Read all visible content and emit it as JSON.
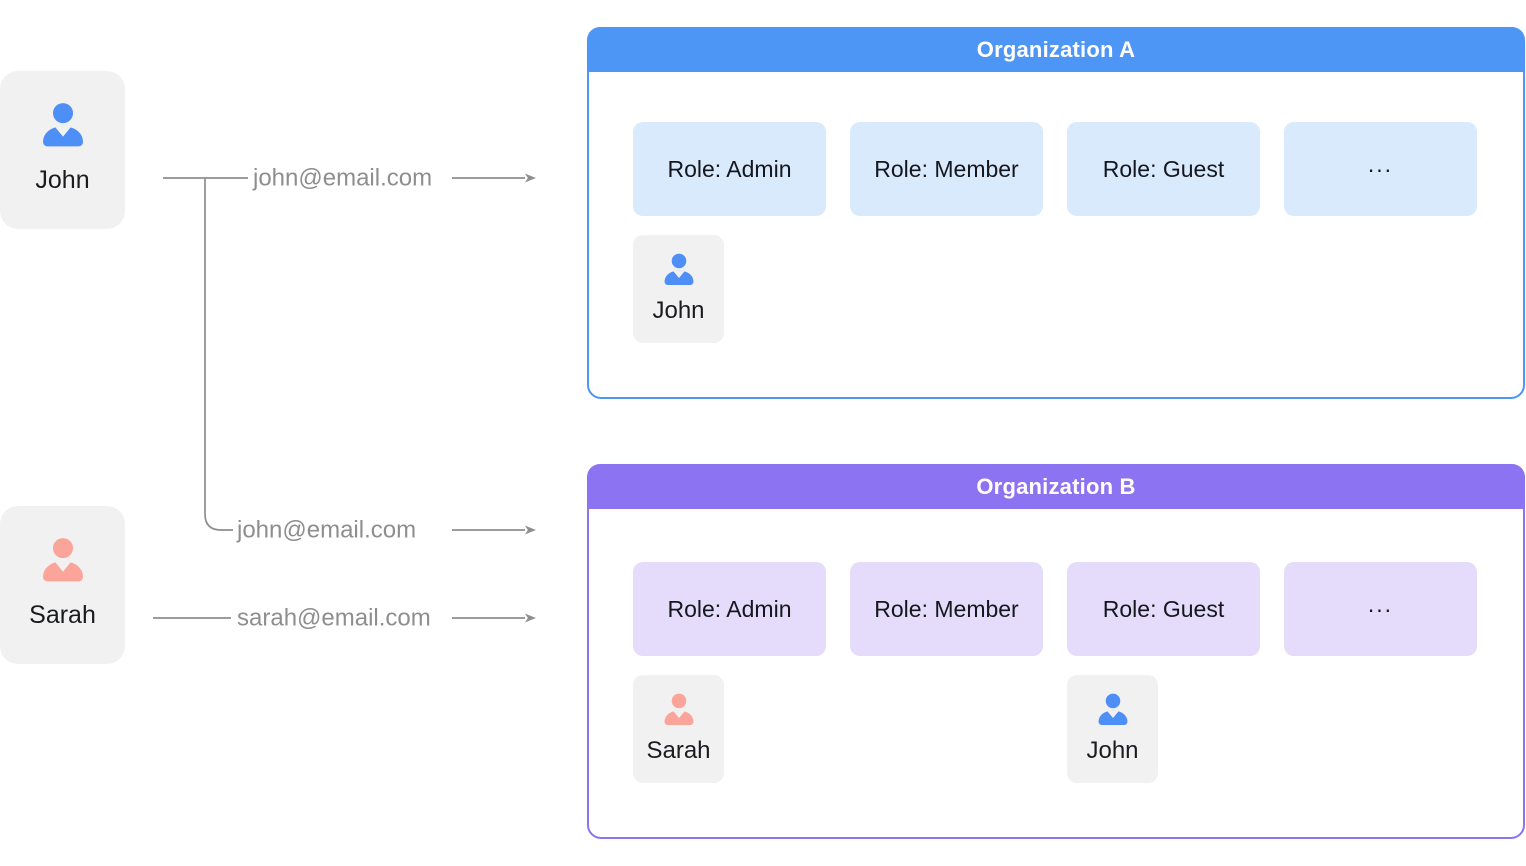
{
  "colors": {
    "background": "#ffffff",
    "card_bg": "#f1f1f2",
    "connector_gray": "#8e8e8e",
    "email_text_gray": "#8e8e8e",
    "dark_text": "#15171e",
    "org_a_accent": "#4d96f5",
    "org_a_role_bg": "#d9eafc",
    "org_b_accent": "#8b73f2",
    "org_b_role_bg": "#e4dcfa",
    "john_icon_blue": "#4e8ef7",
    "sarah_icon_pink": "#fba49a",
    "header_text": "#ffffff"
  },
  "left_users": [
    {
      "name": "John",
      "icon_color": "#4e8ef7"
    },
    {
      "name": "Sarah",
      "icon_color": "#fba49a"
    }
  ],
  "connections": [
    {
      "from": "John",
      "to": "Organization A",
      "label": "john@email.com"
    },
    {
      "from": "John",
      "to": "Organization B",
      "label": "john@email.com"
    },
    {
      "from": "Sarah",
      "to": "Organization B",
      "label": "sarah@email.com"
    }
  ],
  "organizations": [
    {
      "title": "Organization A",
      "theme": {
        "header": "#4d96f5",
        "border": "#4d96f5",
        "role_bg": "#d9eafc"
      },
      "roles": [
        "Role: Admin",
        "Role: Member",
        "Role: Guest",
        "..."
      ],
      "members": [
        {
          "name": "John",
          "icon_color": "#4e8ef7",
          "under_role": "Role: Admin"
        }
      ]
    },
    {
      "title": "Organization B",
      "theme": {
        "header": "#8b73f2",
        "border": "#8b73f2",
        "role_bg": "#e4dcfa"
      },
      "roles": [
        "Role: Admin",
        "Role: Member",
        "Role: Guest",
        "..."
      ],
      "members": [
        {
          "name": "Sarah",
          "icon_color": "#fba49a",
          "under_role": "Role: Admin"
        },
        {
          "name": "John",
          "icon_color": "#4e8ef7",
          "under_role": "Role: Guest"
        }
      ]
    }
  ]
}
